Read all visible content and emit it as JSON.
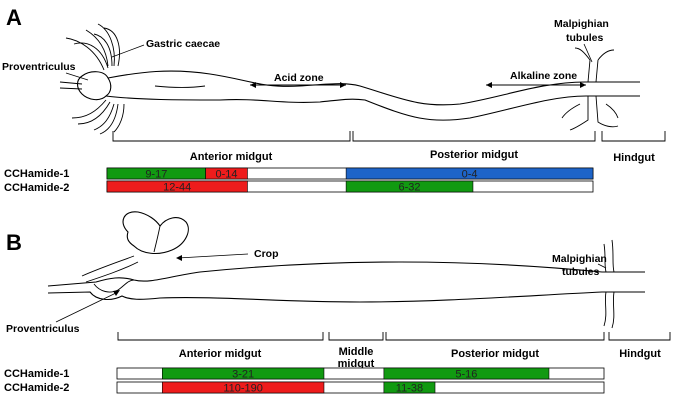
{
  "colors": {
    "green": "#119a11",
    "red": "#ee1c1c",
    "blue": "#1e64c8",
    "empty": "#ffffff"
  },
  "panelA": {
    "panel_label": "A",
    "labels": {
      "gastric_caecae": "Gastric caecae",
      "proventriculus": "Proventriculus",
      "acid_zone": "Acid zone",
      "alkaline_zone": "Alkaline zone",
      "malpighian_1": "Malpighian",
      "malpighian_2": "tubules"
    },
    "regions": {
      "anterior": "Anterior midgut",
      "posterior": "Posterior midgut",
      "hindgut": "Hindgut"
    },
    "rows": [
      {
        "label": "CCHamide-1",
        "segments": [
          {
            "text": "9-17",
            "color": "green",
            "from": 0.0,
            "to": 0.203
          },
          {
            "text": "0-14",
            "color": "red",
            "from": 0.203,
            "to": 0.289
          },
          {
            "text": "0-4",
            "color": "blue",
            "from": 0.492,
            "to": 1.0
          }
        ]
      },
      {
        "label": "CCHamide-2",
        "segments": [
          {
            "text": "12-44",
            "color": "red",
            "from": 0.0,
            "to": 0.289
          },
          {
            "text": "6-32",
            "color": "green",
            "from": 0.492,
            "to": 0.753
          }
        ]
      }
    ]
  },
  "panelB": {
    "panel_label": "B",
    "labels": {
      "crop": "Crop",
      "proventriculus": "Proventriculus",
      "malpighian_1": "Malpighian",
      "malpighian_2": "tubules"
    },
    "regions": {
      "anterior": "Anterior midgut",
      "middle_1": "Middle",
      "middle_2": "midgut",
      "posterior": "Posterior midgut",
      "hindgut": "Hindgut"
    },
    "rows": [
      {
        "label": "CCHamide-1",
        "segments": [
          {
            "text": "3-21",
            "color": "green",
            "from": 0.093,
            "to": 0.425
          },
          {
            "text": "5-16",
            "color": "green",
            "from": 0.548,
            "to": 0.887
          }
        ]
      },
      {
        "label": "CCHamide-2",
        "segments": [
          {
            "text": "110-190",
            "color": "red",
            "from": 0.093,
            "to": 0.425
          },
          {
            "text": "11-38",
            "color": "green",
            "from": 0.548,
            "to": 0.653
          }
        ]
      }
    ]
  }
}
